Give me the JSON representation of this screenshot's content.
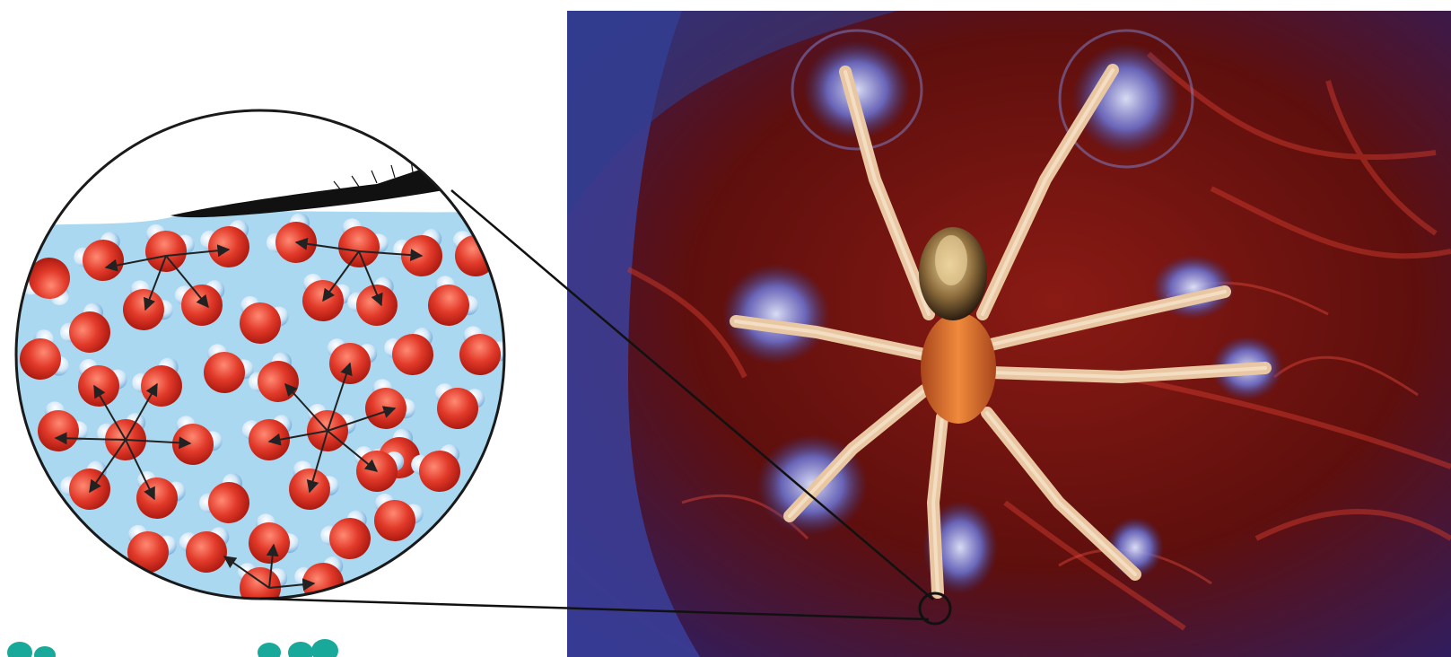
{
  "figure": {
    "panels": [
      {
        "id": "inset",
        "subject": "water-molecules-surface-tension",
        "kind": "diagram"
      },
      {
        "id": "photo",
        "subject": "fishing-spider-on-water",
        "kind": "photograph"
      }
    ],
    "colors": {
      "water": "#a9d8f0",
      "oxygen": "#e23a2a",
      "hydrogen": "#cfe6f7",
      "arrow": "#222222",
      "photo_blue": "#2b3a8a",
      "photo_red": "#7a1010",
      "spider_body": "#d98a40",
      "spider_leg": "#e9c7a2"
    },
    "icons": [
      "magnify-circle-icon",
      "spider-icon",
      "water-molecule-icon",
      "arrow-icon"
    ]
  }
}
